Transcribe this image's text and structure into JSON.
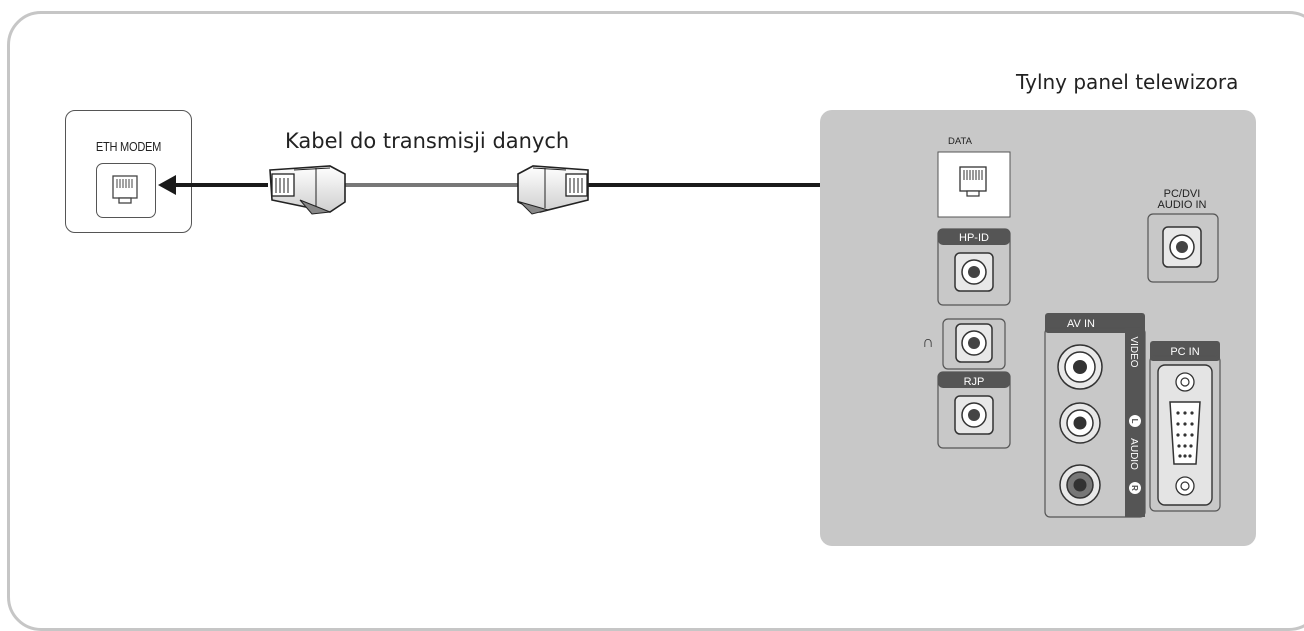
{
  "tv_panel_title": "Tylny panel telewizora",
  "cable_label": "Kabel do transmisji danych",
  "modem": {
    "label": "ETH MODEM"
  },
  "ports": {
    "data": "DATA",
    "pc_dvi_audio_in_line1": "PC/DVI",
    "pc_dvi_audio_in_line2": "AUDIO IN",
    "hp_id": "HP-ID",
    "rjp": "RJP",
    "av_in": "AV IN",
    "video": "VIDEO",
    "audio_l": "L",
    "audio": "AUDIO",
    "audio_r": "R",
    "pc_in": "PC IN"
  },
  "colors": {
    "panel": "#c8c8c8",
    "cable": "#1a1a1a",
    "frame": "#c6c6c6"
  }
}
